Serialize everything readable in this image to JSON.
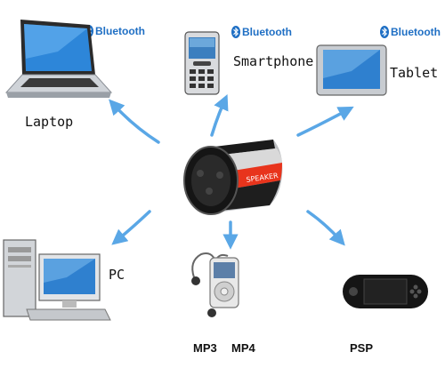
{
  "bluetooth_text": "Bluetooth",
  "colors": {
    "arrow": "#5aa7e6",
    "bluetooth": "#1f6fc4",
    "speaker_band": "#e8341c"
  },
  "center": {
    "name": "bluetooth speaker",
    "icon": "speaker-icon",
    "band_text": "SPEAKER"
  },
  "devices": {
    "laptop": {
      "label": "Laptop",
      "icon": "laptop-icon"
    },
    "smartphone": {
      "label": "Smartphone",
      "icon": "smartphone-icon"
    },
    "tablet": {
      "label": "Tablet",
      "icon": "tablet-icon"
    },
    "pc": {
      "label": "PC",
      "icon": "desktop-pc-icon"
    },
    "mp3": {
      "label": "MP3",
      "icon": "mp3-player-icon"
    },
    "mp4": {
      "label": "MP4"
    },
    "psp": {
      "label": "PSP",
      "icon": "psp-console-icon"
    }
  }
}
